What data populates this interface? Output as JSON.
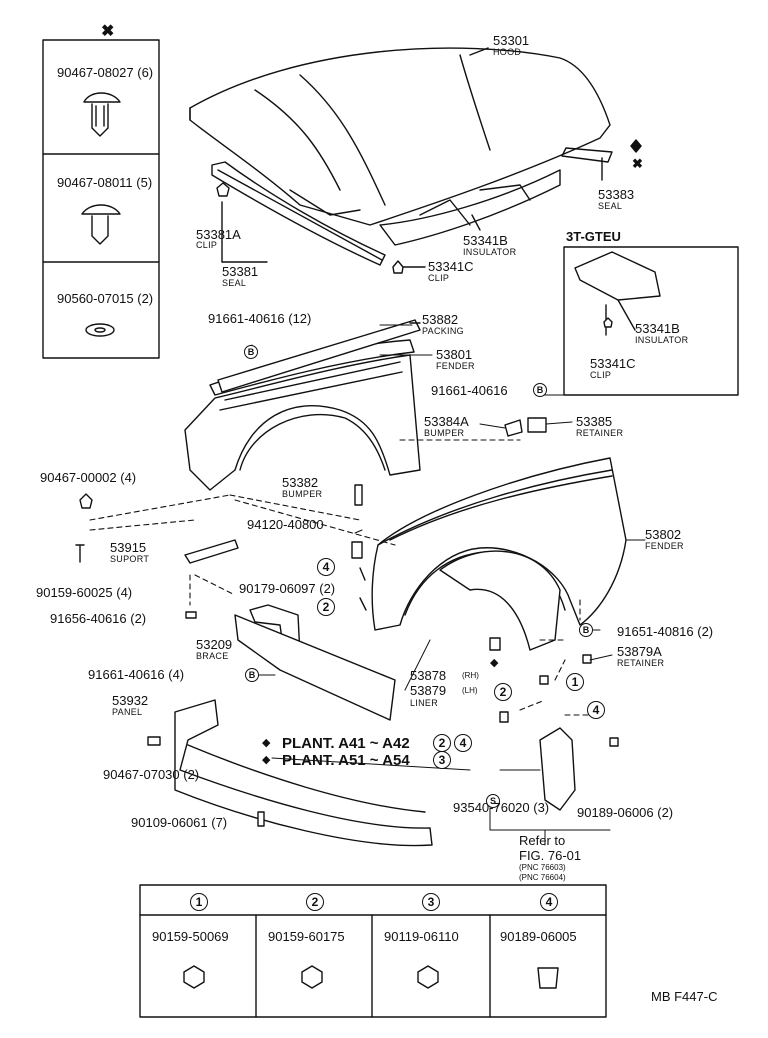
{
  "clips_box": {
    "cross_icon": "cross-icon",
    "items": [
      {
        "part": "90467-08027 (6)"
      },
      {
        "part": "90467-08011 (5)"
      },
      {
        "part": "90560-07015 (2)"
      }
    ]
  },
  "labels": {
    "hood_num": "53301",
    "hood_name": "HOOD",
    "clip_a_num": "53381A",
    "clip_a_name": "CLIP",
    "seal_num": "53381",
    "seal_name": "SEAL",
    "ins_num": "53341B",
    "ins_name": "INSULATOR",
    "clip_c_num": "53341C",
    "clip_c_name": "CLIP",
    "seal2_num": "53383",
    "seal2_name": "SEAL",
    "packing_bolt": "91661-40616 (12)",
    "packing_num": "53882",
    "packing_name": "PACKING",
    "fender_r_num": "53801",
    "fender_r_name": "FENDER",
    "bolt_a": "91661-40616",
    "bumper_a_num": "53384A",
    "bumper_a_name": "BUMPER",
    "retainer_num": "53385",
    "retainer_name": "RETAINER",
    "clip_left": "90467-00002 (4)",
    "bumper_num": "53382",
    "bumper_name": "BUMPER",
    "nut_a": "94120-40800",
    "suport_num": "53915",
    "suport_name": "SUPORT",
    "bolt_b": "90159-60025 (4)",
    "bolt_c": "90179-06097 (2)",
    "bolt_d": "91656-40616 (2)",
    "brace_num": "53209",
    "brace_name": "BRACE",
    "bolt_e": "91661-40616 (4)",
    "fender_l_num": "53802",
    "fender_l_name": "FENDER",
    "bolt_f": "91651-40816 (2)",
    "ret2_num": "53879A",
    "ret2_name": "RETAINER",
    "liner_rh": "53878",
    "liner_rh_tag": "(RH)",
    "liner_lh": "53879",
    "liner_lh_tag": "(LH)",
    "liner_name": "LINER",
    "panel_num": "53932",
    "panel_name": "PANEL",
    "bolt_g": "90467-07030 (2)",
    "plant1": "PLANT. A41 ~ A42",
    "plant2": "PLANT. A51 ~ A54",
    "bolt_h": "90109-06061 (7)",
    "screw_a": "93540-76020 (3)",
    "screw_b": "90189-06006 (2)",
    "refer1": "Refer to",
    "refer2": "FIG. 76-01",
    "refer3": "(PNC 76603)",
    "refer4": "(PNC 76604)",
    "variant_title": "3T-GTEU",
    "v_ins_num": "53341B",
    "v_ins_name": "INSULATOR",
    "v_clip_num": "53341C",
    "v_clip_name": "CLIP",
    "fig_code": "MB  F447-C"
  },
  "markers": {
    "b": "B",
    "s": "S",
    "n1": "1",
    "n2": "2",
    "n3": "3",
    "n4": "4"
  },
  "fastener_table": [
    {
      "num": "1",
      "part": "90159-50069"
    },
    {
      "num": "2",
      "part": "90159-60175"
    },
    {
      "num": "3",
      "part": "90119-06110"
    },
    {
      "num": "4",
      "part": "90189-06005"
    }
  ]
}
